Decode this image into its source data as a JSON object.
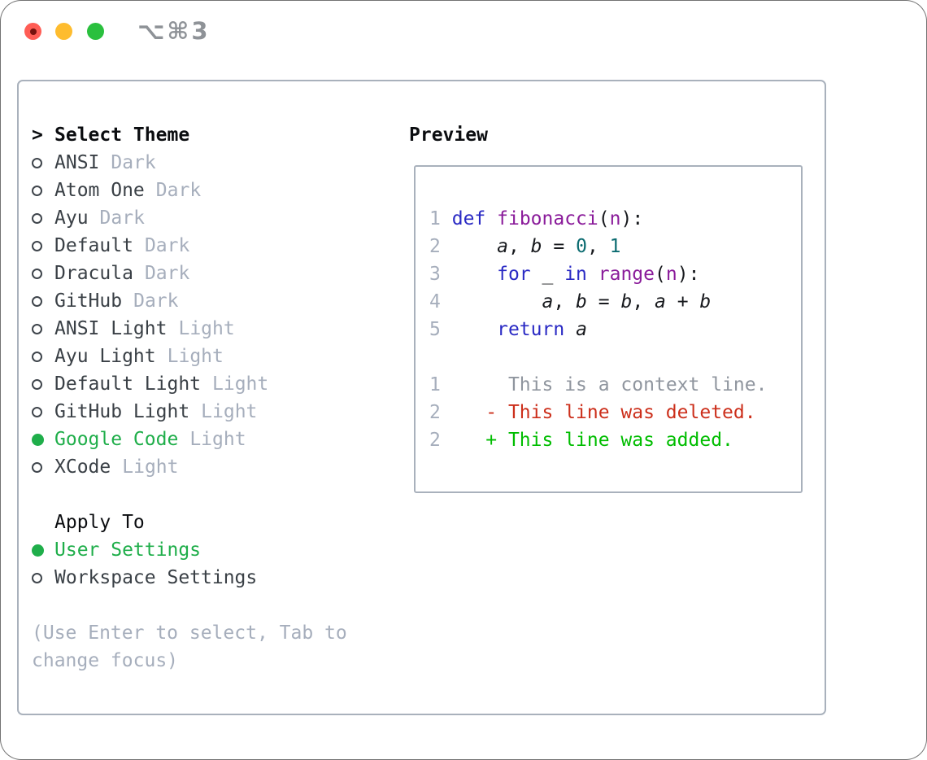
{
  "titlebar": {
    "shortcut": "⌥⌘3",
    "buttons": [
      "close",
      "minimize",
      "zoom"
    ]
  },
  "theme_panel": {
    "header_prefix": ">",
    "header_label": "Select Theme",
    "items": [
      {
        "name": "ANSI",
        "variant": "Dark",
        "selected": false
      },
      {
        "name": "Atom One",
        "variant": "Dark",
        "selected": false
      },
      {
        "name": "Ayu",
        "variant": "Dark",
        "selected": false
      },
      {
        "name": "Default",
        "variant": "Dark",
        "selected": false
      },
      {
        "name": "Dracula",
        "variant": "Dark",
        "selected": false
      },
      {
        "name": "GitHub",
        "variant": "Dark",
        "selected": false
      },
      {
        "name": "ANSI Light",
        "variant": "Light",
        "selected": false
      },
      {
        "name": "Ayu Light",
        "variant": "Light",
        "selected": false
      },
      {
        "name": "Default Light",
        "variant": "Light",
        "selected": false
      },
      {
        "name": "GitHub Light",
        "variant": "Light",
        "selected": false
      },
      {
        "name": "Google Code",
        "variant": "Light",
        "selected": true
      },
      {
        "name": "XCode",
        "variant": "Light",
        "selected": false
      }
    ]
  },
  "apply_to": {
    "header": "Apply To",
    "options": [
      {
        "label": "User Settings",
        "selected": true
      },
      {
        "label": "Workspace Settings",
        "selected": false
      }
    ]
  },
  "help": {
    "line1": "(Use Enter to select, Tab to",
    "line2": "change focus)"
  },
  "preview": {
    "header": "Preview",
    "lines": [
      {
        "segs": [
          {
            "t": "1",
            "c": "ln"
          },
          {
            "t": " ",
            "c": "pl"
          },
          {
            "t": "def",
            "c": "kw"
          },
          {
            "t": " ",
            "c": "pl"
          },
          {
            "t": "fibonacci",
            "c": "fn"
          },
          {
            "t": "(",
            "c": "pl"
          },
          {
            "t": "n",
            "c": "fn"
          },
          {
            "t": "):",
            "c": "pl"
          }
        ]
      },
      {
        "segs": [
          {
            "t": "2",
            "c": "ln"
          },
          {
            "t": "     ",
            "c": "pl"
          },
          {
            "t": "a",
            "c": "va"
          },
          {
            "t": ", ",
            "c": "pl"
          },
          {
            "t": "b",
            "c": "va"
          },
          {
            "t": " = ",
            "c": "pl"
          },
          {
            "t": "0",
            "c": "nu"
          },
          {
            "t": ", ",
            "c": "pl"
          },
          {
            "t": "1",
            "c": "nu"
          }
        ]
      },
      {
        "segs": [
          {
            "t": "3",
            "c": "ln"
          },
          {
            "t": "     ",
            "c": "pl"
          },
          {
            "t": "for",
            "c": "kw"
          },
          {
            "t": " _ ",
            "c": "pl"
          },
          {
            "t": "in",
            "c": "kw"
          },
          {
            "t": " ",
            "c": "pl"
          },
          {
            "t": "range",
            "c": "fn"
          },
          {
            "t": "(",
            "c": "pl"
          },
          {
            "t": "n",
            "c": "fn"
          },
          {
            "t": "):",
            "c": "pl"
          }
        ]
      },
      {
        "segs": [
          {
            "t": "4",
            "c": "ln"
          },
          {
            "t": "         ",
            "c": "pl"
          },
          {
            "t": "a",
            "c": "va"
          },
          {
            "t": ", ",
            "c": "pl"
          },
          {
            "t": "b",
            "c": "va"
          },
          {
            "t": " = ",
            "c": "pl"
          },
          {
            "t": "b",
            "c": "va"
          },
          {
            "t": ", ",
            "c": "pl"
          },
          {
            "t": "a",
            "c": "va"
          },
          {
            "t": " + ",
            "c": "pl"
          },
          {
            "t": "b",
            "c": "va"
          }
        ]
      },
      {
        "segs": [
          {
            "t": "5",
            "c": "ln"
          },
          {
            "t": "     ",
            "c": "pl"
          },
          {
            "t": "return",
            "c": "kw"
          },
          {
            "t": " ",
            "c": "pl"
          },
          {
            "t": "a",
            "c": "va"
          }
        ]
      },
      {
        "segs": []
      },
      {
        "segs": [
          {
            "t": "1",
            "c": "ln"
          },
          {
            "t": "      ",
            "c": "pl"
          },
          {
            "t": "This is a context line.",
            "c": "ctx"
          }
        ]
      },
      {
        "segs": [
          {
            "t": "2",
            "c": "ln"
          },
          {
            "t": "    ",
            "c": "pl"
          },
          {
            "t": "- This line was deleted.",
            "c": "del"
          }
        ]
      },
      {
        "segs": [
          {
            "t": "2",
            "c": "ln"
          },
          {
            "t": "    ",
            "c": "pl"
          },
          {
            "t": "+ This line was added.",
            "c": "add"
          }
        ]
      }
    ]
  },
  "colors": {
    "kw": "#2a2ac4",
    "fn": "#8a1b9a",
    "nu": "#0b6b70",
    "pl": "#17191d",
    "ctx": "#8f959e",
    "del": "#cc2f1b",
    "add": "#00bd00",
    "ln": "#a6aebc",
    "accent_green": "#1fae4a",
    "muted": "#a6aebc",
    "heading": "#0b0d10",
    "name_text": "#3a4046",
    "ring": "#3f454c",
    "box_border": "#a9b1bc",
    "traffic_red": "#ff5d55",
    "traffic_red_dot": "#77120d",
    "traffic_yellow": "#febc2e",
    "traffic_green": "#2ac03e",
    "title_gray": "#8e9297"
  }
}
